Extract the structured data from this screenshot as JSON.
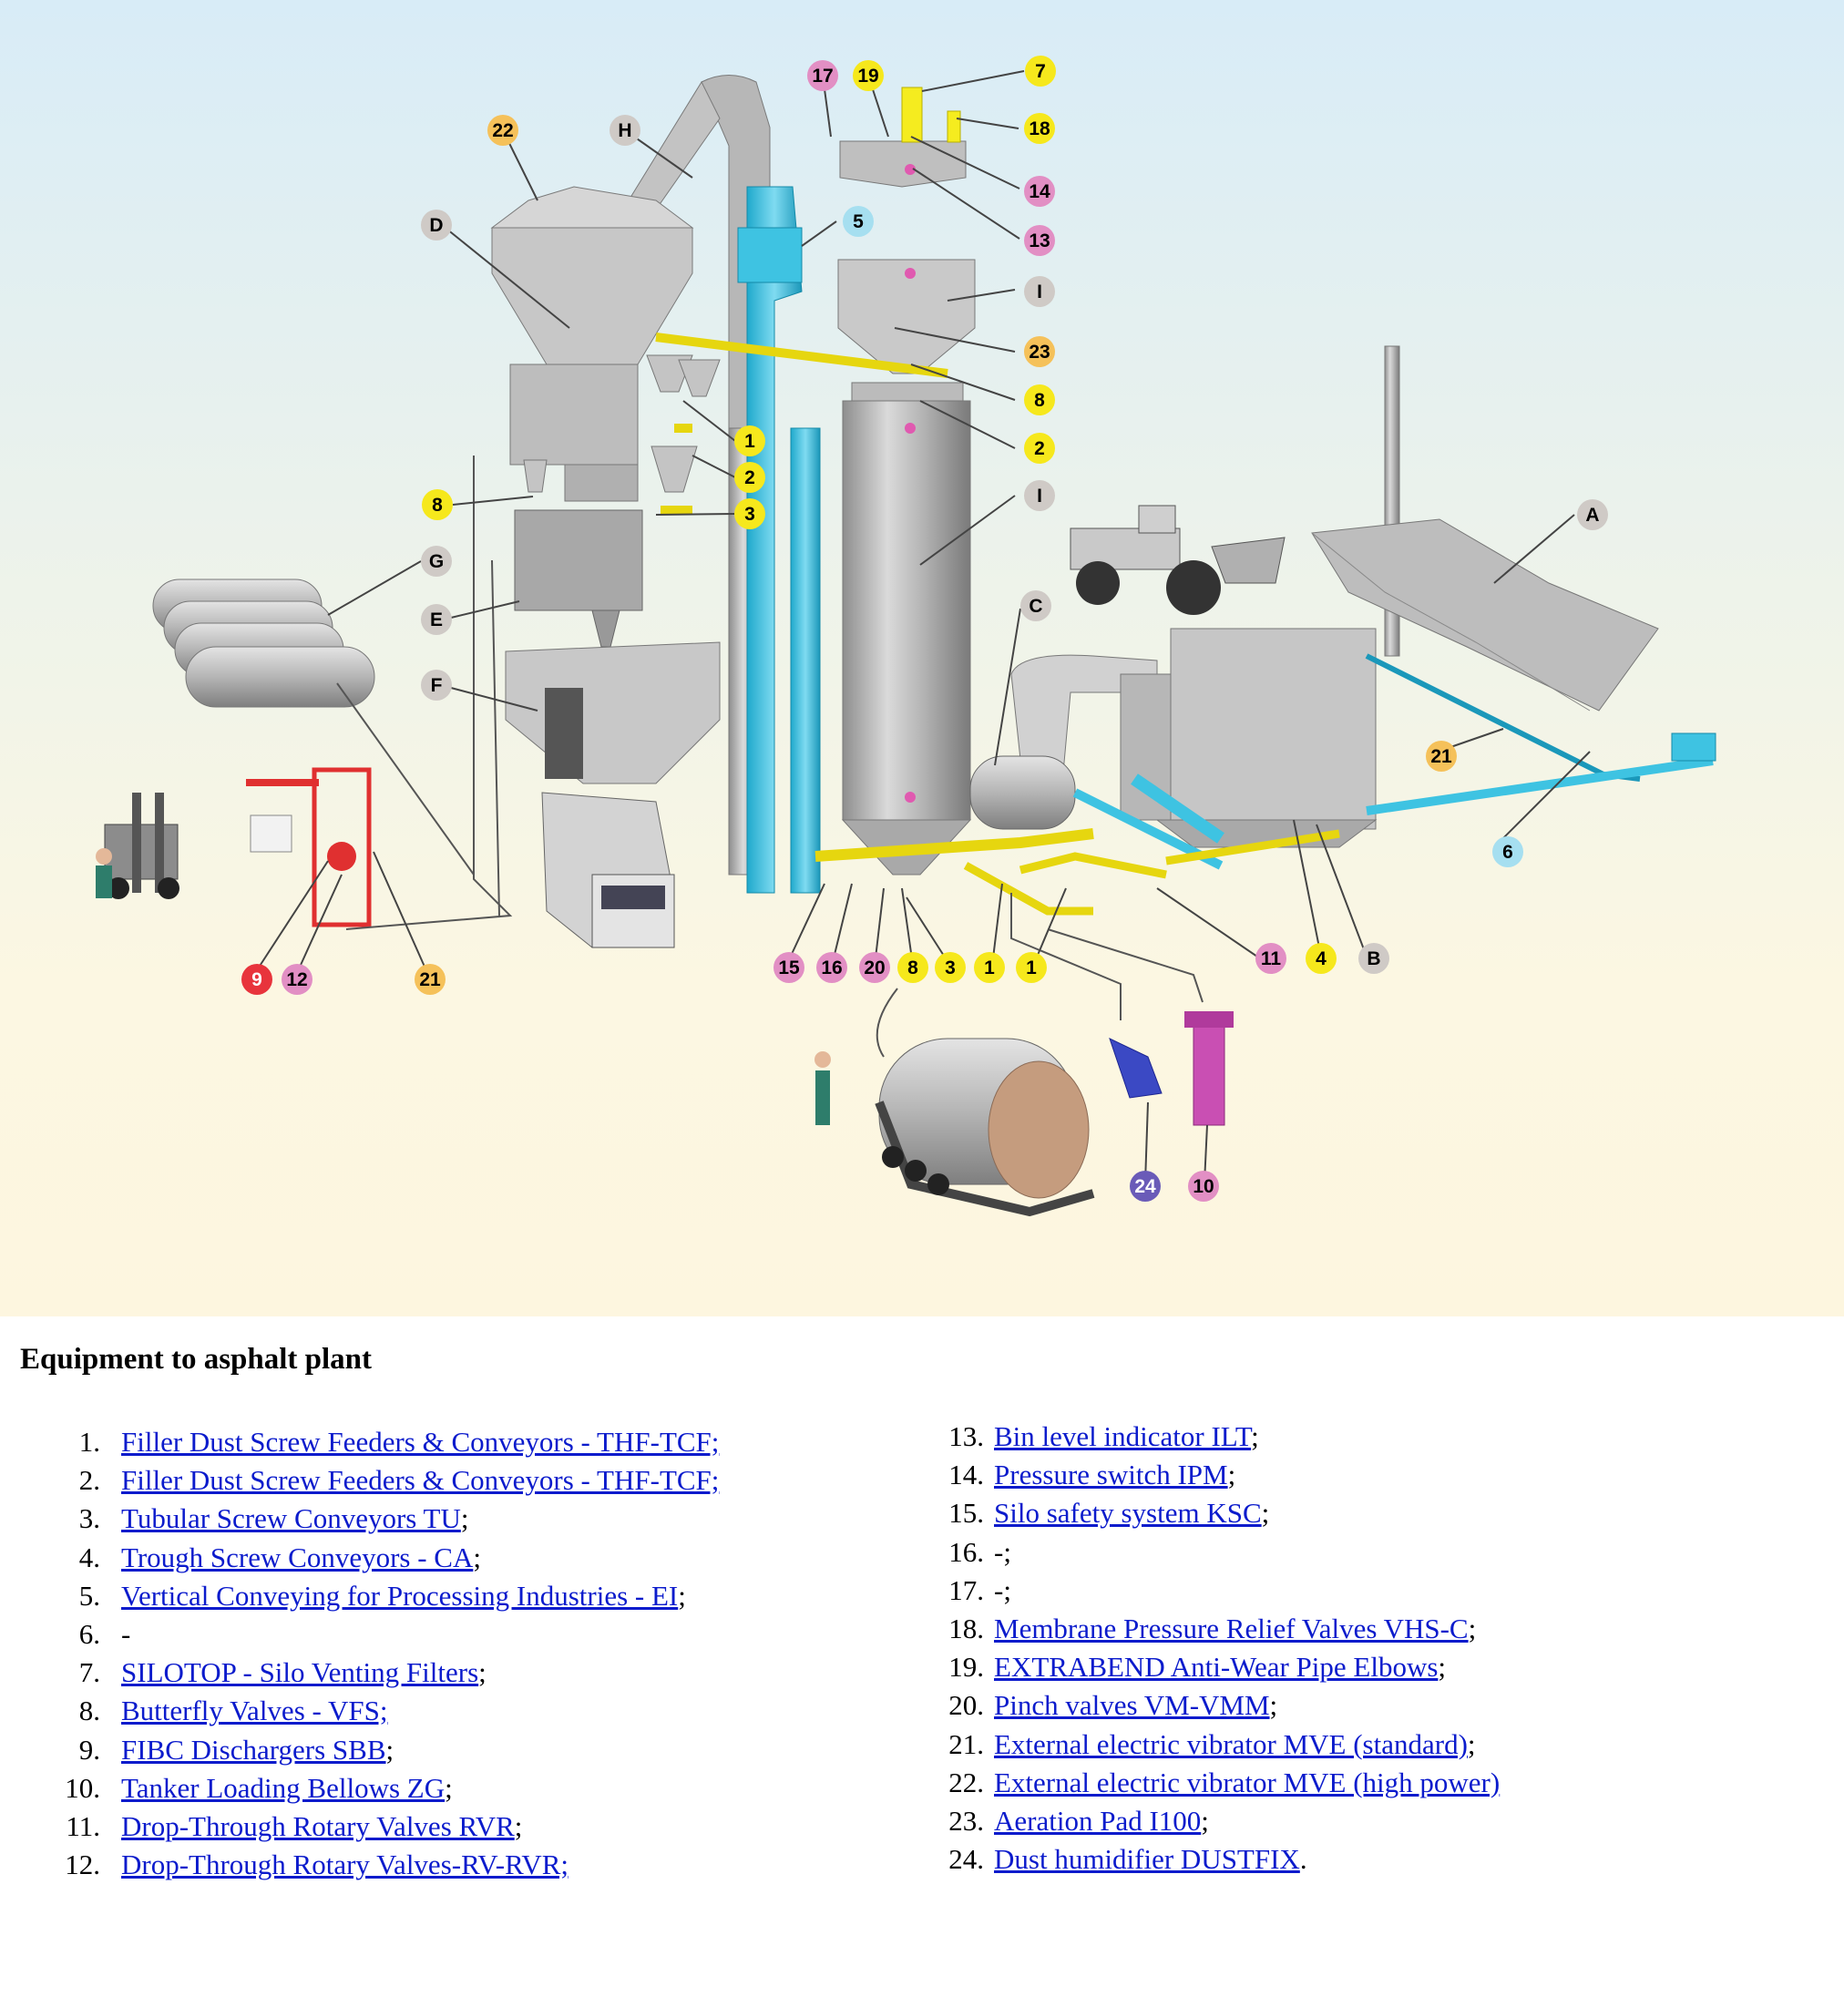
{
  "title": "Equipment to asphalt plant",
  "colors": {
    "yellow_badge": "#f6e81c",
    "pink_badge": "#e28fc4",
    "grey_badge": "#cfcac6",
    "blue_badge": "#a6dff0",
    "orange_badge": "#f5c15a",
    "red_badge": "#e8343c",
    "purple_badge": "#6a5bb8",
    "conveyor_blue": "#3ec3e2",
    "pipe_yellow": "#f5ec1f",
    "link_blue": "#0b1bcc"
  },
  "callouts": [
    {
      "id": "c17",
      "label": "17",
      "color": "pink_badge"
    },
    {
      "id": "c19",
      "label": "19",
      "color": "yellow_badge"
    },
    {
      "id": "c7",
      "label": "7",
      "color": "yellow_badge"
    },
    {
      "id": "c18",
      "label": "18",
      "color": "yellow_badge"
    },
    {
      "id": "c14",
      "label": "14",
      "color": "pink_badge"
    },
    {
      "id": "c13a",
      "label": "13",
      "color": "pink_badge"
    },
    {
      "id": "c22",
      "label": "22",
      "color": "orange_badge"
    },
    {
      "id": "cH",
      "label": "H",
      "color": "grey_badge"
    },
    {
      "id": "cD",
      "label": "D",
      "color": "grey_badge"
    },
    {
      "id": "c5",
      "label": "5",
      "color": "blue_badge"
    },
    {
      "id": "cI1",
      "label": "I",
      "color": "grey_badge"
    },
    {
      "id": "c23",
      "label": "23",
      "color": "orange_badge"
    },
    {
      "id": "c8a",
      "label": "8",
      "color": "yellow_badge"
    },
    {
      "id": "c2a",
      "label": "2",
      "color": "yellow_badge"
    },
    {
      "id": "c1a",
      "label": "1",
      "color": "yellow_badge"
    },
    {
      "id": "c2b",
      "label": "2",
      "color": "yellow_badge"
    },
    {
      "id": "c3a",
      "label": "3",
      "color": "yellow_badge"
    },
    {
      "id": "c8b",
      "label": "8",
      "color": "yellow_badge"
    },
    {
      "id": "cI2",
      "label": "I",
      "color": "grey_badge"
    },
    {
      "id": "cA",
      "label": "A",
      "color": "grey_badge"
    },
    {
      "id": "cG",
      "label": "G",
      "color": "grey_badge"
    },
    {
      "id": "cC",
      "label": "C",
      "color": "grey_badge"
    },
    {
      "id": "cE",
      "label": "E",
      "color": "grey_badge"
    },
    {
      "id": "cF",
      "label": "F",
      "color": "grey_badge"
    },
    {
      "id": "c21a",
      "label": "21",
      "color": "orange_badge"
    },
    {
      "id": "c6",
      "label": "6",
      "color": "blue_badge"
    },
    {
      "id": "c11",
      "label": "11",
      "color": "pink_badge"
    },
    {
      "id": "c4",
      "label": "4",
      "color": "yellow_badge"
    },
    {
      "id": "cB",
      "label": "B",
      "color": "grey_badge"
    },
    {
      "id": "c15",
      "label": "15",
      "color": "pink_badge"
    },
    {
      "id": "c16",
      "label": "16",
      "color": "pink_badge"
    },
    {
      "id": "c20",
      "label": "20",
      "color": "pink_badge"
    },
    {
      "id": "c8c",
      "label": "8",
      "color": "yellow_badge"
    },
    {
      "id": "c3b",
      "label": "3",
      "color": "yellow_badge"
    },
    {
      "id": "c1b",
      "label": "1",
      "color": "yellow_badge"
    },
    {
      "id": "c1c",
      "label": "1",
      "color": "yellow_badge"
    },
    {
      "id": "c9",
      "label": "9",
      "color": "red_badge"
    },
    {
      "id": "c12",
      "label": "12",
      "color": "pink_badge"
    },
    {
      "id": "c21b",
      "label": "21",
      "color": "orange_badge"
    },
    {
      "id": "c24",
      "label": "24",
      "color": "purple_badge"
    },
    {
      "id": "c10",
      "label": "10",
      "color": "pink_badge"
    }
  ],
  "list_left": [
    {
      "num": "1.",
      "link": "Filler Dust Screw Feeders & Conveyors - THF-TCF;",
      "suffix": ""
    },
    {
      "num": "2.",
      "link": "Filler Dust Screw Feeders & Conveyors - THF-TCF;",
      "suffix": ""
    },
    {
      "num": "3.",
      "link": "Tubular Screw Conveyors TU",
      "suffix": ";"
    },
    {
      "num": "4.",
      "link": "Trough Screw Conveyors - CA",
      "suffix": ";"
    },
    {
      "num": "5.",
      "link": "Vertical Conveying for Processing Industries - EI",
      "suffix": ";"
    },
    {
      "num": "6.",
      "link": "",
      "suffix": "-"
    },
    {
      "num": "7.",
      "link": "SILOTOP - Silo Venting Filters",
      "suffix": ";"
    },
    {
      "num": "8.",
      "link": "Butterfly Valves - VFS;",
      "suffix": ""
    },
    {
      "num": "9.",
      "link": "FIBC Dischargers SBB",
      "suffix": ";"
    },
    {
      "num": "10.",
      "link": "Tanker Loading Bellows ZG",
      "suffix": ";"
    },
    {
      "num": "11.",
      "link": "Drop-Through Rotary Valves RVR",
      "suffix": ";"
    },
    {
      "num": "12.",
      "link": "Drop-Through Rotary Valves-RV-RVR;",
      "suffix": ""
    }
  ],
  "list_right": [
    {
      "num": "13.",
      "link": "Bin level indicator ILT",
      "suffix": ";"
    },
    {
      "num": "14.",
      "link": "Pressure switch IPM",
      "suffix": ";"
    },
    {
      "num": "15.",
      "link": "Silo safety system KSC",
      "suffix": ";"
    },
    {
      "num": "16.",
      "link": "",
      "suffix": "-;"
    },
    {
      "num": "17.",
      "link": "",
      "suffix": "-;"
    },
    {
      "num": "18.",
      "link": "Membrane Pressure Relief Valves VHS-C",
      "suffix": ";"
    },
    {
      "num": "19.",
      "link": "EXTRABEND Anti-Wear Pipe Elbows",
      "suffix": ";"
    },
    {
      "num": "20.",
      "link": "Pinch valves VM-VMM",
      "suffix": ";"
    },
    {
      "num": "21.",
      "link": "External electric vibrator MVE (standard)",
      "suffix": ";"
    },
    {
      "num": "22.",
      "link": "External electric vibrator MVE (high power)",
      "suffix": ""
    },
    {
      "num": "23.",
      "link": "Aeration Pad I100",
      "suffix": ";"
    },
    {
      "num": "24.",
      "link": "Dust humidifier DUSTFIX",
      "suffix": "."
    }
  ]
}
